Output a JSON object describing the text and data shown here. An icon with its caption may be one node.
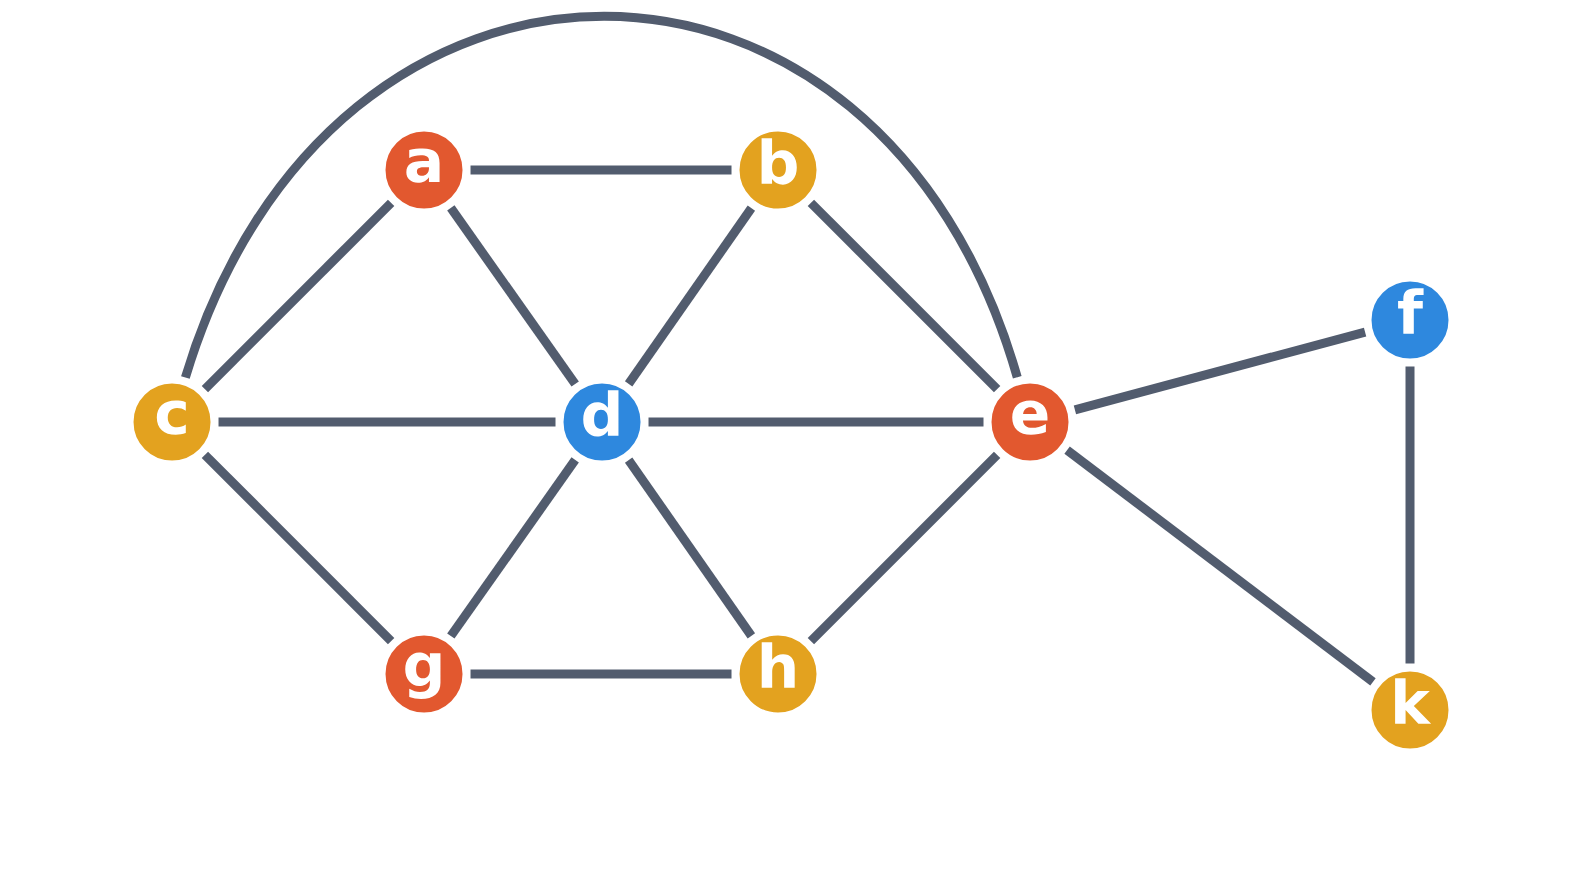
{
  "diagram": {
    "nodes": [
      {
        "text": [
          "a"
        ]
      },
      {
        "text": [
          "b"
        ]
      },
      {
        "text": [
          "c"
        ]
      },
      {
        "text": [
          "d"
        ]
      },
      {
        "text": [
          "e"
        ]
      },
      {
        "text": [
          "f"
        ]
      },
      {
        "text": [
          "g"
        ]
      },
      {
        "text": [
          "h"
        ]
      },
      {
        "text": [
          "k"
        ]
      }
    ],
    "edges": [
      {
        "from": 0,
        "to": 1,
        "arrow": "none"
      },
      {
        "from": 0,
        "to": 2,
        "arrow": "none"
      },
      {
        "from": 0,
        "to": 3,
        "arrow": "none"
      },
      {
        "from": 1,
        "to": 3,
        "arrow": "none"
      },
      {
        "from": 1,
        "to": 4,
        "arrow": "none"
      },
      {
        "from": 2,
        "to": 4,
        "arrow": "none"
      },
      {
        "from": 2,
        "to": 3,
        "arrow": "none"
      },
      {
        "from": 3,
        "to": 4,
        "arrow": "none"
      },
      {
        "from": 4,
        "to": 5,
        "arrow": "none"
      },
      {
        "from": 5,
        "to": 8,
        "arrow": "none"
      },
      {
        "from": 2,
        "to": 6,
        "arrow": "none"
      },
      {
        "from": 3,
        "to": 6,
        "arrow": "none"
      },
      {
        "from": 3,
        "to": 7,
        "arrow": "none"
      },
      {
        "from": 4,
        "to": 7,
        "arrow": "none"
      },
      {
        "from": 6,
        "to": 7,
        "arrow": "none"
      },
      {
        "from": 4,
        "to": 8,
        "arrow": "none"
      }
    ]
  }
}
